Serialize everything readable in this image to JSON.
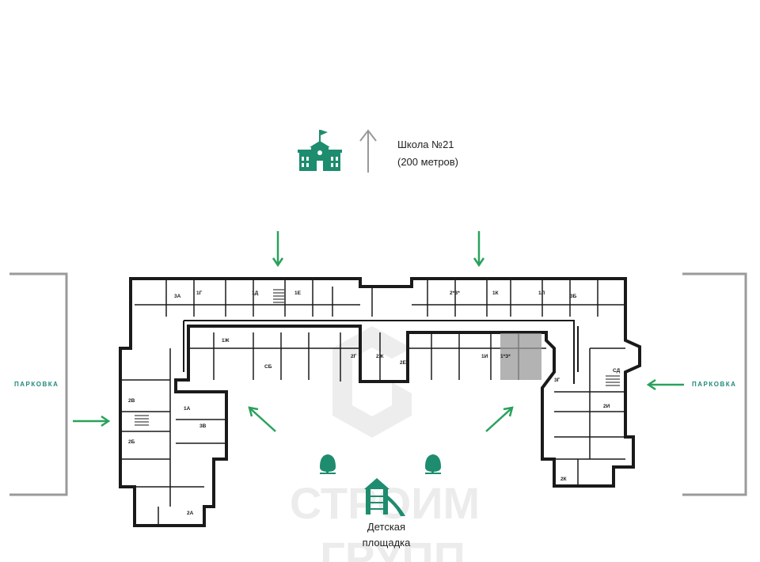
{
  "school": {
    "line1": "Школа №21",
    "line2": "(200 метров)"
  },
  "parking": {
    "left": "ПАРКОВКА",
    "right": "ПАРКОВКА"
  },
  "playground": {
    "line1": "Детская",
    "line2": "площадка"
  },
  "watermark": {
    "line1": "СТРОИМ",
    "line2": "ГРУПП"
  },
  "colors": {
    "accent": "#1e8c6e",
    "arrow": "#2aa15c",
    "wall": "#1a1a1a",
    "highlight": "#9a9a9a",
    "bracket": "#9a9a9a"
  },
  "units": [
    {
      "id": "u-3a",
      "code": "3А"
    },
    {
      "id": "u-1g",
      "code": "1Г"
    },
    {
      "id": "u-1d",
      "code": "1Д"
    },
    {
      "id": "u-1e",
      "code": "1Е"
    },
    {
      "id": "u-2z3",
      "code": "2*З*"
    },
    {
      "id": "u-1k",
      "code": "1К"
    },
    {
      "id": "u-1l",
      "code": "1Л"
    },
    {
      "id": "u-3b",
      "code": "3Б"
    },
    {
      "id": "u-1zh",
      "code": "1Ж"
    },
    {
      "id": "u-sb",
      "code": "СБ"
    },
    {
      "id": "u-2g",
      "code": "2Г"
    },
    {
      "id": "u-2zh",
      "code": "2Ж"
    },
    {
      "id": "u-2e",
      "code": "2Е"
    },
    {
      "id": "u-1i",
      "code": "1И"
    },
    {
      "id": "u-1z3",
      "code": "1*З*"
    },
    {
      "id": "u-3g",
      "code": "3Г"
    },
    {
      "id": "u-sd",
      "code": "СД"
    },
    {
      "id": "u-2v",
      "code": "2В"
    },
    {
      "id": "u-1a",
      "code": "1А"
    },
    {
      "id": "u-3v",
      "code": "3В"
    },
    {
      "id": "u-2b",
      "code": "2Б"
    },
    {
      "id": "u-2a",
      "code": "2А"
    },
    {
      "id": "u-2i",
      "code": "2И"
    },
    {
      "id": "u-2k",
      "code": "2К"
    }
  ]
}
